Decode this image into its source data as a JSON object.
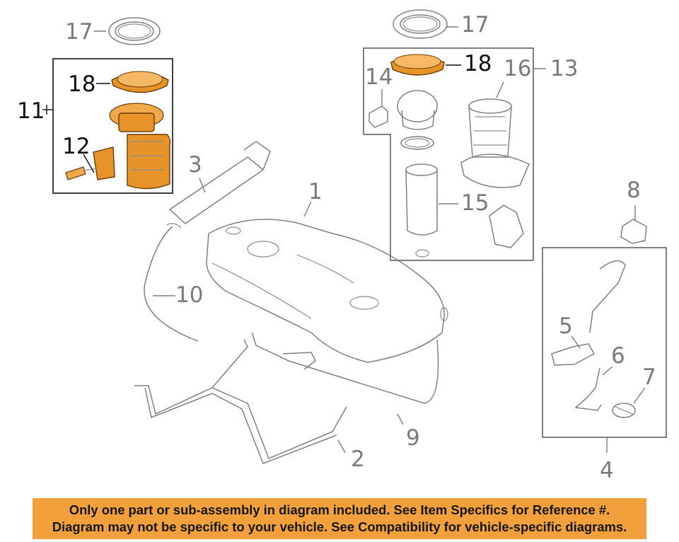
{
  "callouts": {
    "c1": "1",
    "c2": "2",
    "c3": "3",
    "c4": "4",
    "c5": "5",
    "c6": "6",
    "c7": "7",
    "c8": "8",
    "c9": "9",
    "c10": "10",
    "c11": "11",
    "c12": "12",
    "c13": "13",
    "c14": "14",
    "c15": "15",
    "c16": "16",
    "c17_left": "17",
    "c17_right": "17",
    "c18_left": "18",
    "c18_right": "18"
  },
  "notice": {
    "line1": "Only one part or sub-assembly in diagram included. See Item Specifics for Reference #.",
    "line2": "Diagram may not be specific to your vehicle. See Compatibility for vehicle-specific diagrams."
  },
  "colors": {
    "highlight_part": "#e8922a",
    "banner": "#f2a03c",
    "line_art": "#7f7f7f"
  }
}
